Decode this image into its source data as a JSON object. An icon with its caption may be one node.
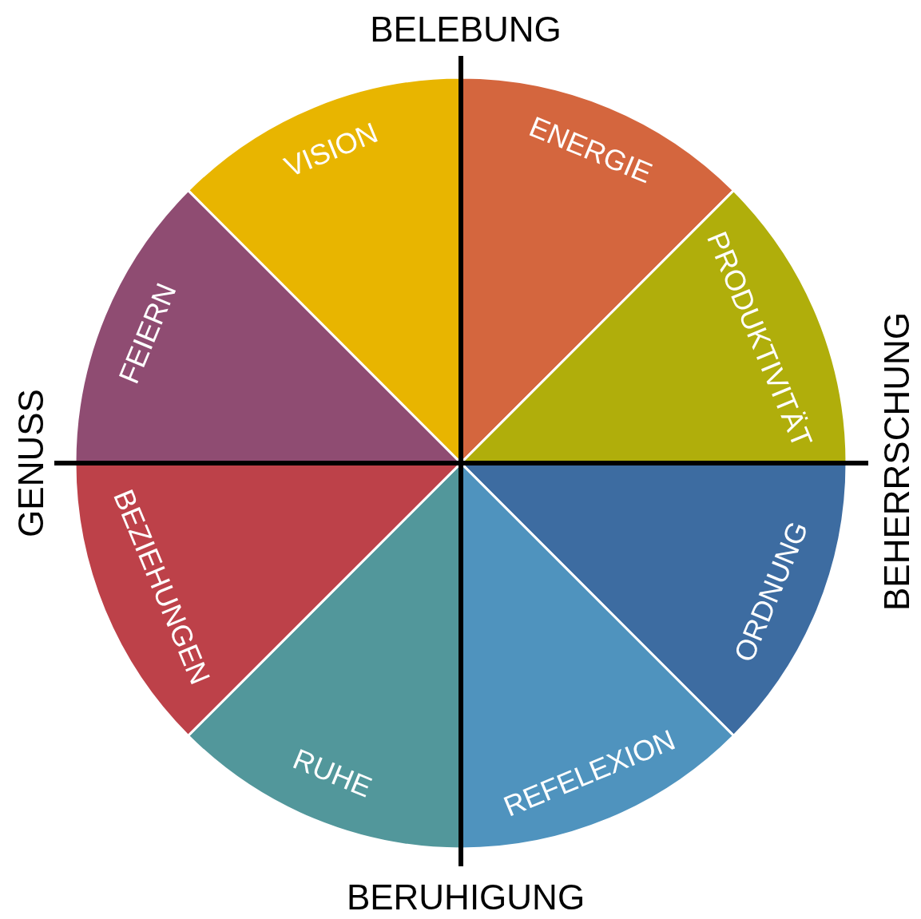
{
  "diagram": {
    "nodes": [
      {
        "text": [
          "VISION"
        ]
      },
      {
        "text": [
          "ENERGIE"
        ]
      },
      {
        "text": [
          "PRODUKTIVITÄT"
        ]
      },
      {
        "text": [
          "ORDNUNG"
        ]
      },
      {
        "text": [
          "REFELEXION"
        ]
      },
      {
        "text": [
          "RUHE"
        ]
      },
      {
        "text": [
          "BEZIEHUNGEN"
        ]
      },
      {
        "text": [
          "FEIERN"
        ]
      }
    ],
    "labels": [
      "BELEBUNG",
      "GENUSS",
      "BEHERRSCHUNG",
      "BERUHIGUNG"
    ]
  }
}
